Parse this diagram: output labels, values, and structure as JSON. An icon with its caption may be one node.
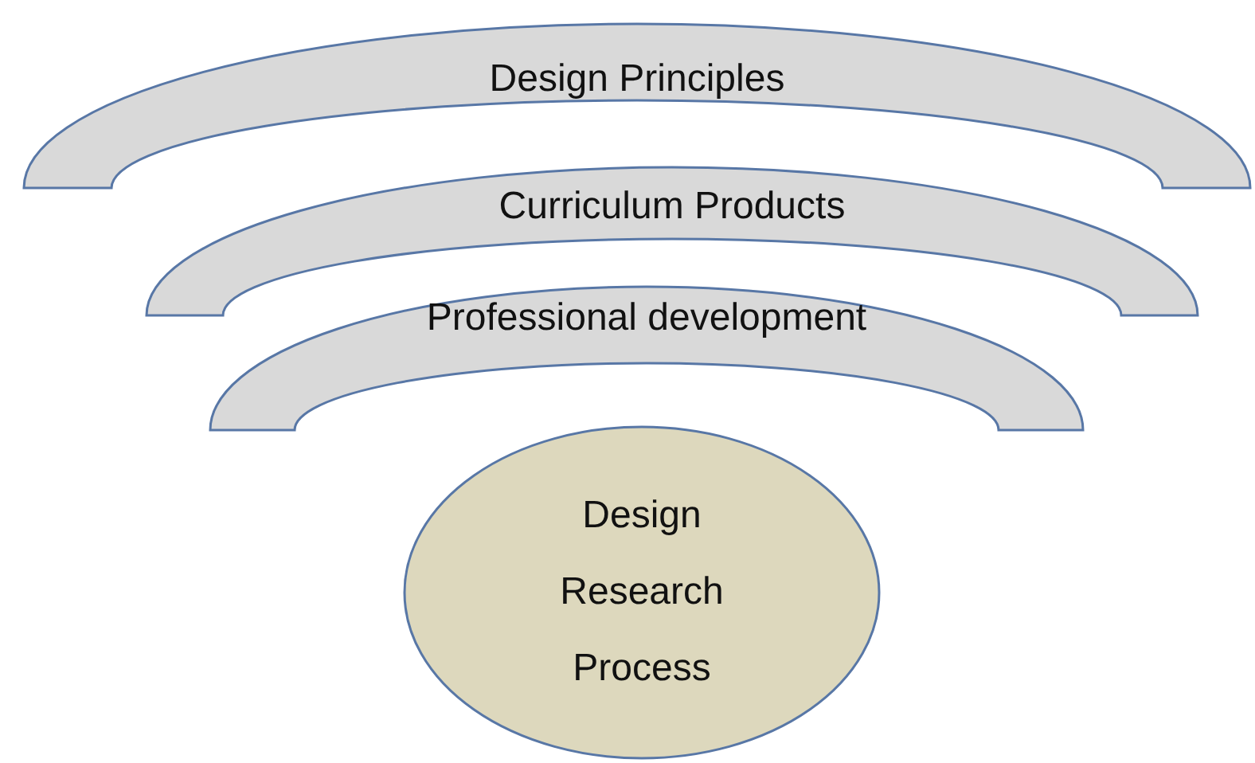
{
  "diagram": {
    "nodes": [
      {
        "text": [
          "Design Principles"
        ]
      },
      {
        "text": [
          "Curriculum Products"
        ]
      },
      {
        "text": [
          "Professional development"
        ]
      },
      {
        "text": [
          "Design Research Process"
        ]
      }
    ],
    "edges": []
  }
}
